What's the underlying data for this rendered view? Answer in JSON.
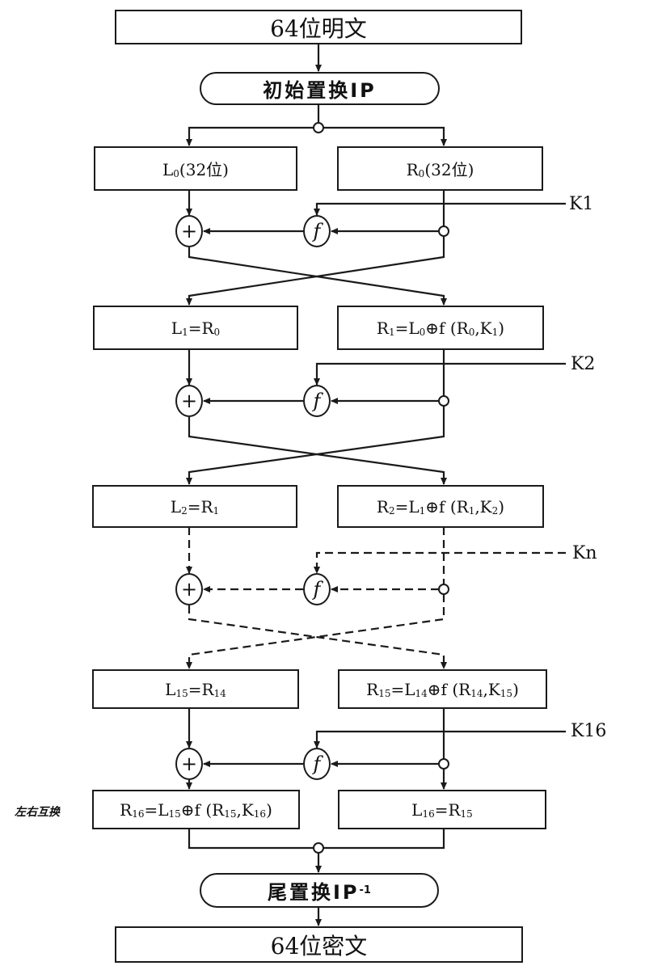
{
  "title": "DES encryption flow",
  "input": "64位明文",
  "initial_permutation": "初始置换IP",
  "final_permutation": {
    "text": "尾置换IP",
    "sup": "-1"
  },
  "output": "64位密文",
  "swap_label": "左右互换",
  "operators": {
    "xor": "+",
    "f": "f"
  },
  "rounds": [
    {
      "left": {
        "base": "L",
        "sub": "0",
        "rest": "(32位)"
      },
      "right": {
        "base": "R",
        "sub": "0",
        "rest": "(32位)"
      },
      "key": "K1",
      "line_style": "solid"
    },
    {
      "left": "L1=R0",
      "right": "R1=L0⊕f (R0,K1)",
      "key": "K2",
      "line_style": "solid"
    },
    {
      "left": "L2=R1",
      "right": "R2=L1⊕f (R1,K2)",
      "key": "Kn",
      "line_style": "dashed"
    },
    {
      "left": "L15=R14",
      "right": "R15=L14⊕f (R14,K15)",
      "key": "K16",
      "line_style": "solid"
    },
    {
      "left": "R16=L15⊕f (R15,K16)",
      "right": "L16=R15"
    }
  ],
  "labels": {
    "L0": [
      "L",
      "0",
      "(32位)"
    ],
    "R0": [
      "R",
      "0",
      "(32位)"
    ],
    "L1": [
      "L",
      "1",
      "=R",
      "0",
      ""
    ],
    "R1": [
      "R",
      "1",
      "=L",
      "0",
      "⊕f (R",
      "0",
      ",K",
      "1",
      ")"
    ],
    "L2": [
      "L",
      "2",
      "=R",
      "1",
      ""
    ],
    "R2": [
      "R",
      "2",
      "=L",
      "1",
      "⊕f (R",
      "1",
      ",K",
      "2",
      ")"
    ],
    "L15": [
      "L",
      "15",
      "=R",
      "14",
      ""
    ],
    "R15": [
      "R",
      "15",
      "=L",
      "14",
      "⊕f (R",
      "14",
      ",K",
      "15",
      ")"
    ],
    "R16": [
      "R",
      "16",
      "=L",
      "15",
      "⊕f (R",
      "15",
      ",K",
      "16",
      ")"
    ],
    "L16": [
      "L",
      "16",
      "=R",
      "15",
      ""
    ]
  },
  "keys": [
    "K1",
    "K2",
    "Kn",
    "K16"
  ]
}
